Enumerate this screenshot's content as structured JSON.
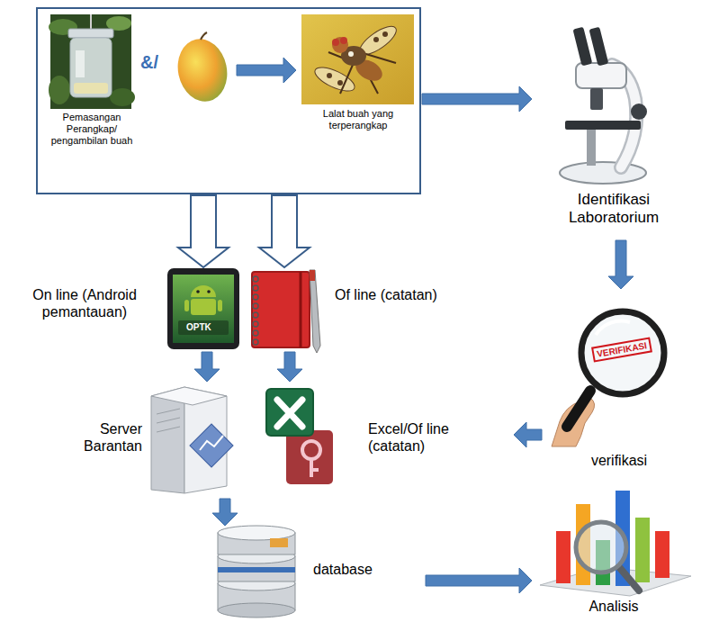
{
  "diagram": {
    "nodes": [
      {
        "text": []
      },
      {
        "text": [
          "Pemasangan Perangkap/ pengambilan buah"
        ],
        "in": 0
      },
      {
        "text": [
          "Lalat buah yang terperangkap"
        ],
        "in": 0
      },
      {
        "text": [
          "Identifikasi Laboratorium"
        ]
      },
      {
        "text": [
          "On line (Android pemantauan)"
        ]
      },
      {
        "text": [
          "Of line (catatan)"
        ]
      },
      {
        "text": [
          "Server Barantan"
        ]
      },
      {
        "text": [
          "Excel/Of line (catatan)"
        ]
      },
      {
        "text": [
          "verifikasi"
        ]
      },
      {
        "text": [
          "database"
        ]
      },
      {
        "text": [
          "Analisis"
        ]
      }
    ],
    "edges": [
      {
        "from": 1,
        "to": 2,
        "arrow": "to"
      },
      {
        "from": 0,
        "to": 3,
        "arrow": "to"
      },
      {
        "from": 0,
        "to": 4,
        "arrow": "to"
      },
      {
        "from": 0,
        "to": 5,
        "arrow": "to"
      },
      {
        "from": 3,
        "to": 8,
        "arrow": "to"
      },
      {
        "from": 4,
        "to": 6,
        "arrow": "to"
      },
      {
        "from": 5,
        "to": 7,
        "arrow": "to"
      },
      {
        "from": 8,
        "to": 7,
        "arrow": "to"
      },
      {
        "from": 6,
        "to": 9,
        "arrow": "to"
      },
      {
        "from": 9,
        "to": 10,
        "arrow": "to"
      }
    ],
    "labels": [
      "&/",
      "OPTK",
      "VERIFIKASI"
    ]
  }
}
